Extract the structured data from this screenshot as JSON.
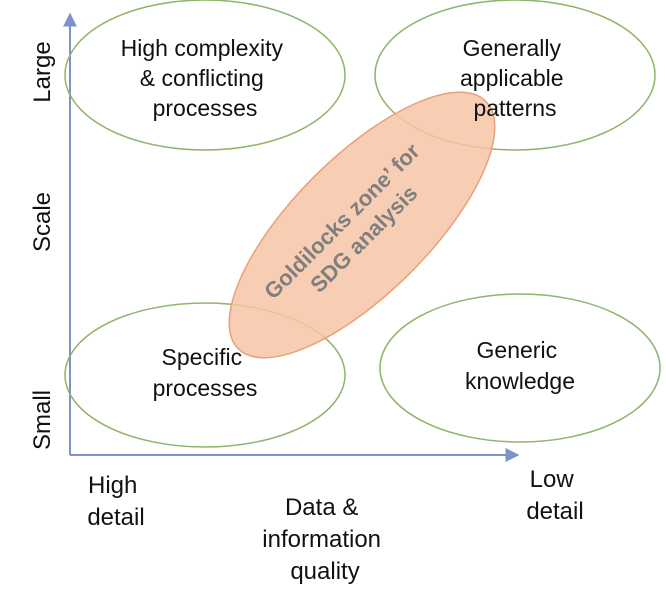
{
  "colors": {
    "axis": "#7a93c9",
    "ellipse_stroke": "#8fb46a",
    "goldilocks_fill": "#f6c6a6",
    "goldilocks_stroke": "#e7a07a",
    "goldilocks_text": "#7f7f7f"
  },
  "axes": {
    "y_label": "Scale",
    "y_top": "Large",
    "y_bottom": "Small",
    "x_left": [
      "High",
      "detail"
    ],
    "x_mid": [
      "Data &",
      "information",
      "quality"
    ],
    "x_right": [
      "Low",
      "detail"
    ]
  },
  "quadrants": {
    "top_left": [
      "High complexity",
      "& conflicting",
      "processes"
    ],
    "top_right": [
      "Generally",
      "applicable",
      "patterns"
    ],
    "bottom_left": [
      "Specific",
      "processes"
    ],
    "bottom_right": [
      "Generic",
      "knowledge"
    ]
  },
  "goldilocks": [
    "Goldilocks zone’ for",
    "SDG analysis"
  ]
}
